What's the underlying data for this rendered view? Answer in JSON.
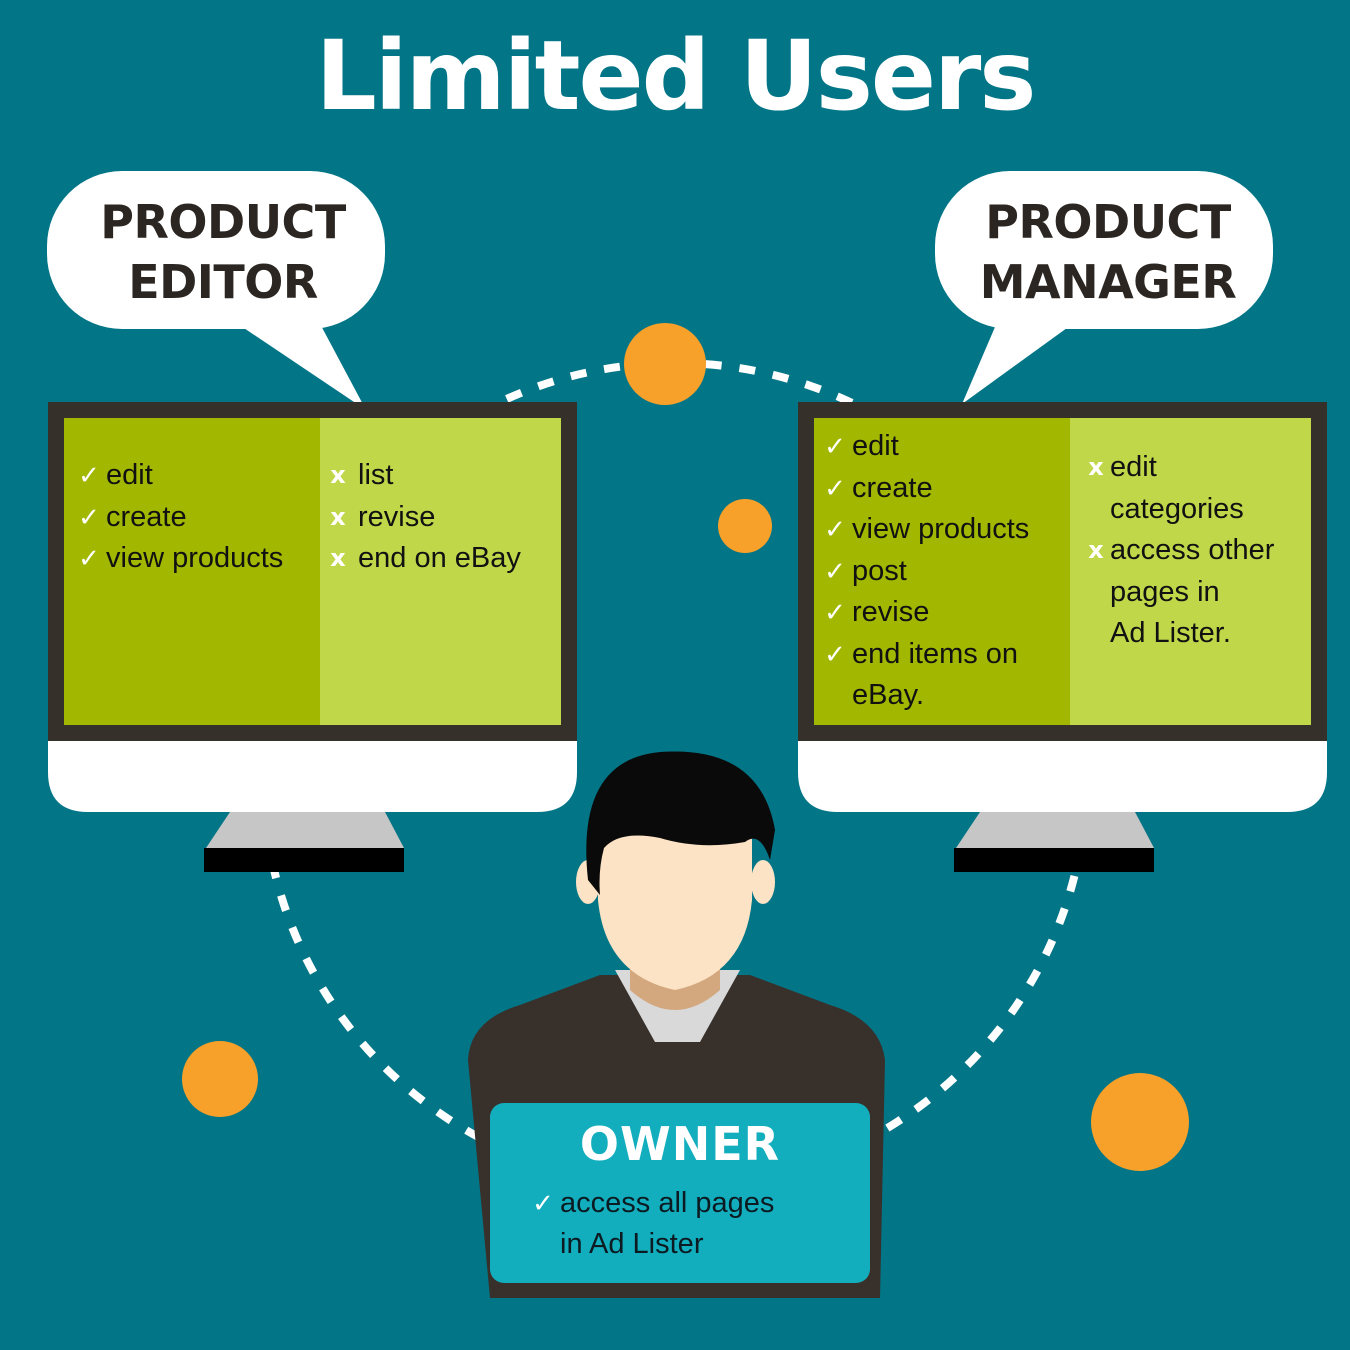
{
  "title": "Limited Users",
  "colors": {
    "background": "#027587",
    "accent_orange": "#f7a02a",
    "screen_allowed": "#a2b800",
    "screen_denied": "#c1d74a",
    "monitor_frame": "#36302b",
    "owner_card": "#13aebd"
  },
  "roles": {
    "editor": {
      "label_line1": "PRODUCT",
      "label_line2": "EDITOR",
      "allowed": [
        {
          "icon": "check-icon",
          "mark": "✓",
          "text": "edit"
        },
        {
          "icon": "check-icon",
          "mark": "✓",
          "text": "create"
        },
        {
          "icon": "check-icon",
          "mark": "✓",
          "text": "view products"
        }
      ],
      "denied": [
        {
          "icon": "x-icon",
          "mark": "x",
          "text": "list"
        },
        {
          "icon": "x-icon",
          "mark": "x",
          "text": "revise"
        },
        {
          "icon": "x-icon",
          "mark": "x",
          "text": "end on eBay"
        }
      ]
    },
    "manager": {
      "label_line1": "PRODUCT",
      "label_line2": "MANAGER",
      "allowed": [
        {
          "icon": "check-icon",
          "mark": "✓",
          "text": "edit"
        },
        {
          "icon": "check-icon",
          "mark": "✓",
          "text": "create"
        },
        {
          "icon": "check-icon",
          "mark": "✓",
          "text": "view products"
        },
        {
          "icon": "check-icon",
          "mark": "✓",
          "text": "post"
        },
        {
          "icon": "check-icon",
          "mark": "✓",
          "text": "revise"
        },
        {
          "icon": "check-icon",
          "mark": "✓",
          "text": "end items on\neBay."
        }
      ],
      "denied": [
        {
          "icon": "x-icon",
          "mark": "x",
          "text": "edit\ncategories"
        },
        {
          "icon": "x-icon",
          "mark": "x",
          "text": "access other\npages in\nAd Lister."
        }
      ]
    },
    "owner": {
      "label": "OWNER",
      "allowed": [
        {
          "icon": "check-icon",
          "mark": "✓",
          "text": "access all pages\nin Ad Lister"
        }
      ]
    }
  }
}
